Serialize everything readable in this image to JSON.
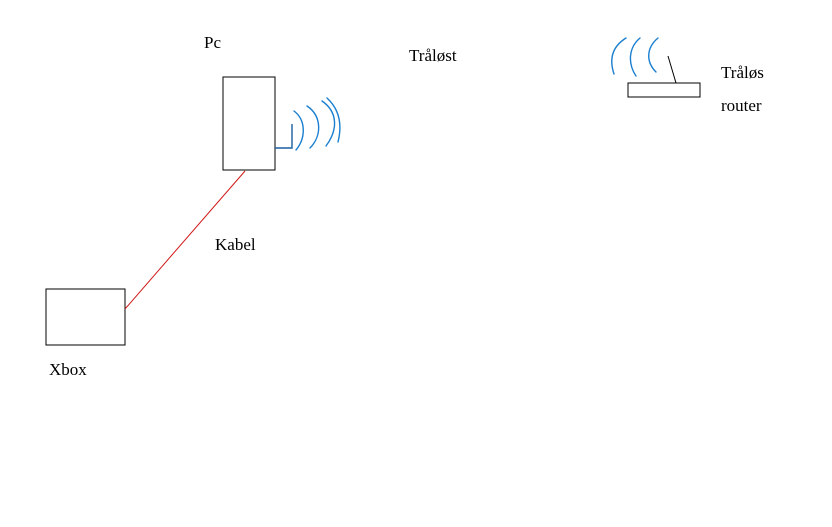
{
  "diagram": {
    "labels": {
      "pc": "Pc",
      "wireless": "Tråløst",
      "router_line1": "Tråløs",
      "router_line2": "router",
      "cable": "Kabel",
      "xbox": "Xbox"
    },
    "colors": {
      "outline": "#000000",
      "cable": "#d01818",
      "wifi_waves": "#1a7fd0",
      "background": "#ffffff"
    }
  }
}
